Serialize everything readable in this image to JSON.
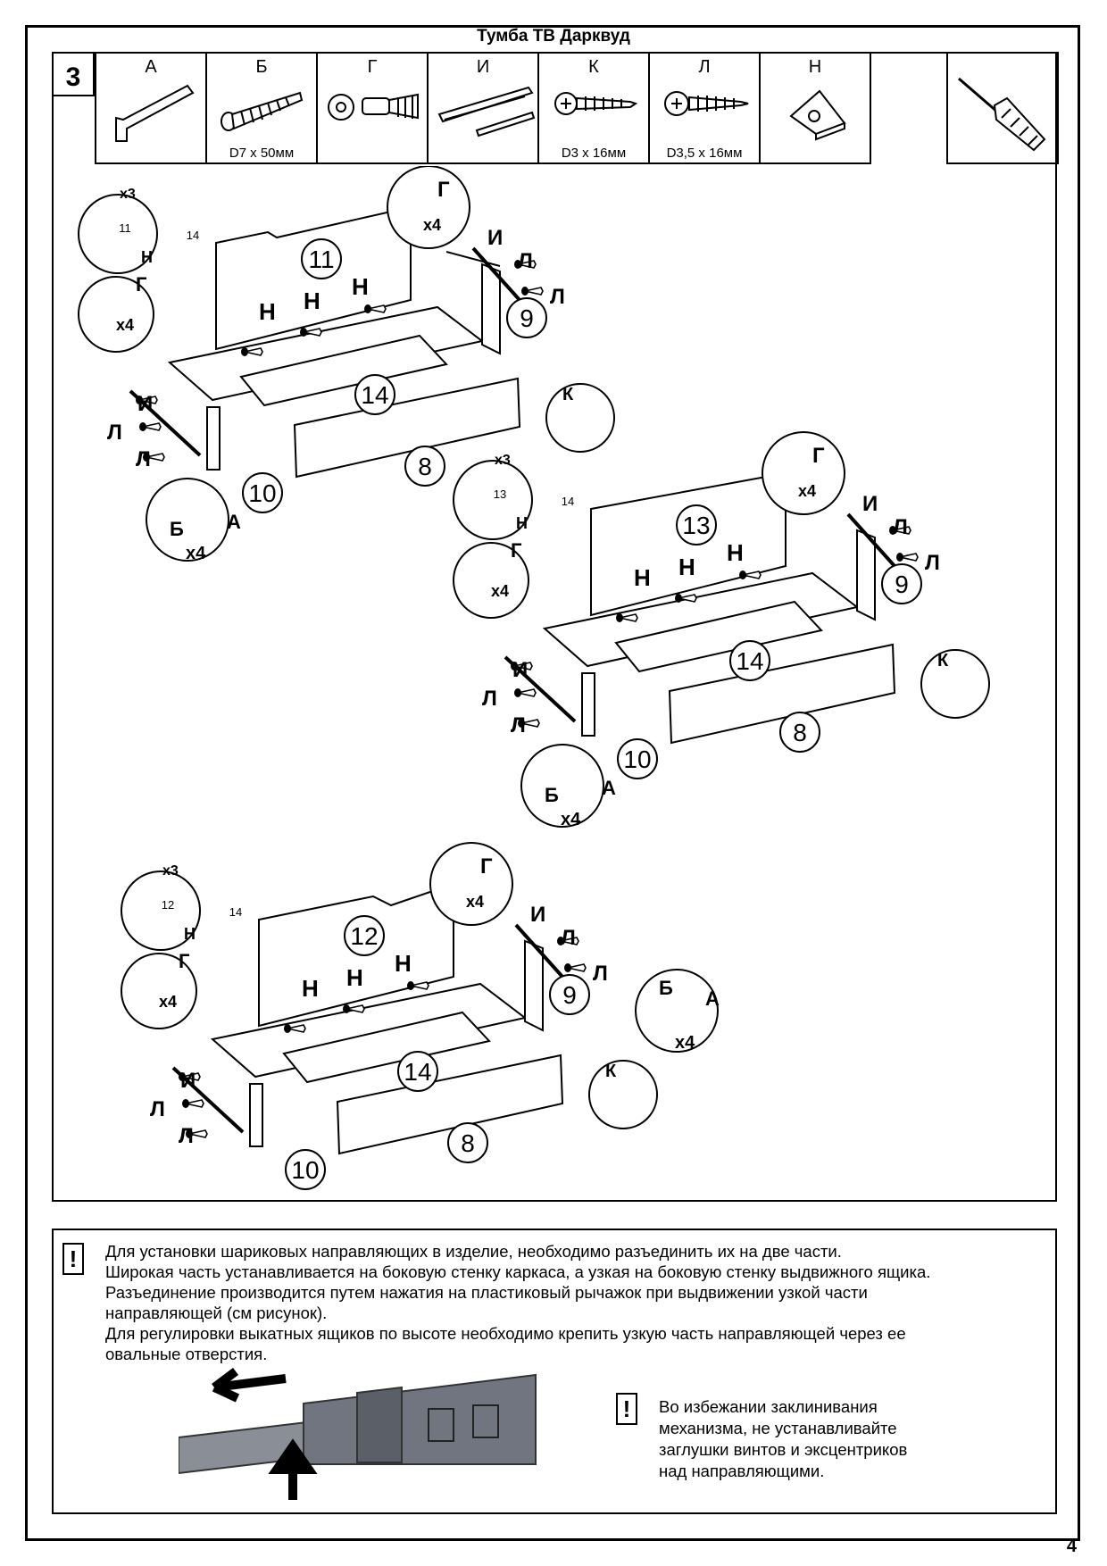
{
  "header": {
    "title": "Тумба ТВ Дарквуд"
  },
  "step": {
    "number": "3"
  },
  "parts": [
    {
      "letter": "А",
      "size": "",
      "icon": "hex-key-icon"
    },
    {
      "letter": "Б",
      "size": "D7 х 50мм",
      "icon": "confirmat-screw-icon"
    },
    {
      "letter": "Г",
      "size": "",
      "icon": "eccentric-coupler-icon"
    },
    {
      "letter": "И",
      "size": "",
      "icon": "drawer-slide-icon"
    },
    {
      "letter": "К",
      "size": "D3 х 16мм",
      "icon": "wood-screw-icon"
    },
    {
      "letter": "Л",
      "size": "D3,5 х 16мм",
      "icon": "wood-screw-icon"
    },
    {
      "letter": "Н",
      "size": "",
      "icon": "corner-bracket-icon"
    }
  ],
  "tool": {
    "icon": "screwdriver-icon"
  },
  "assemblies": [
    {
      "back_panel": "11",
      "side_right": "9",
      "side_left": "10",
      "bottom": "14",
      "front": "8",
      "bracket": "Н",
      "count_x3": "х3",
      "count_x4": "х4",
      "detail_left": "11",
      "detail_right": "14",
      "labels": {
        "g": "Г",
        "i": "И",
        "l": "Л",
        "k": "К",
        "b": "Б",
        "a": "А"
      }
    },
    {
      "back_panel": "13",
      "side_right": "9",
      "side_left": "10",
      "bottom": "14",
      "front": "8",
      "bracket": "Н",
      "count_x3": "х3",
      "count_x4": "х4",
      "detail_left": "13",
      "detail_right": "14",
      "labels": {
        "g": "Г",
        "i": "И",
        "l": "Л",
        "k": "К",
        "b": "Б",
        "a": "А"
      }
    },
    {
      "back_panel": "12",
      "side_right": "9",
      "side_left": "10",
      "bottom": "14",
      "front": "8",
      "bracket": "Н",
      "count_x3": "х3",
      "count_x4": "х4",
      "detail_left": "12",
      "detail_right": "14",
      "labels": {
        "g": "Г",
        "i": "И",
        "l": "Л",
        "k": "К",
        "b": "Б",
        "a": "А"
      }
    }
  ],
  "notes": {
    "warning_mark": "!",
    "main": "Для установки шариковых направляющих в изделие, необходимо разъединить их на две части.\nШирокая часть устанавливается на боковую стенку каркаса, а узкая на боковую стенку выдвижного ящика.\nРазъединение производится путем нажатия на пластиковый рычажок при выдвижении узкой части\nнаправляющей (см рисунок).\n Для регулировки выкатных ящиков по высоте необходимо крепить узкую часть направляющей через ее\nовальные отверстия.",
    "secondary": "Во избежании заклинивания\nмеханизма, не устанавливайте\nзаглушки винтов и эксцентриков\nнад направляющими."
  },
  "page": {
    "number": "4"
  }
}
